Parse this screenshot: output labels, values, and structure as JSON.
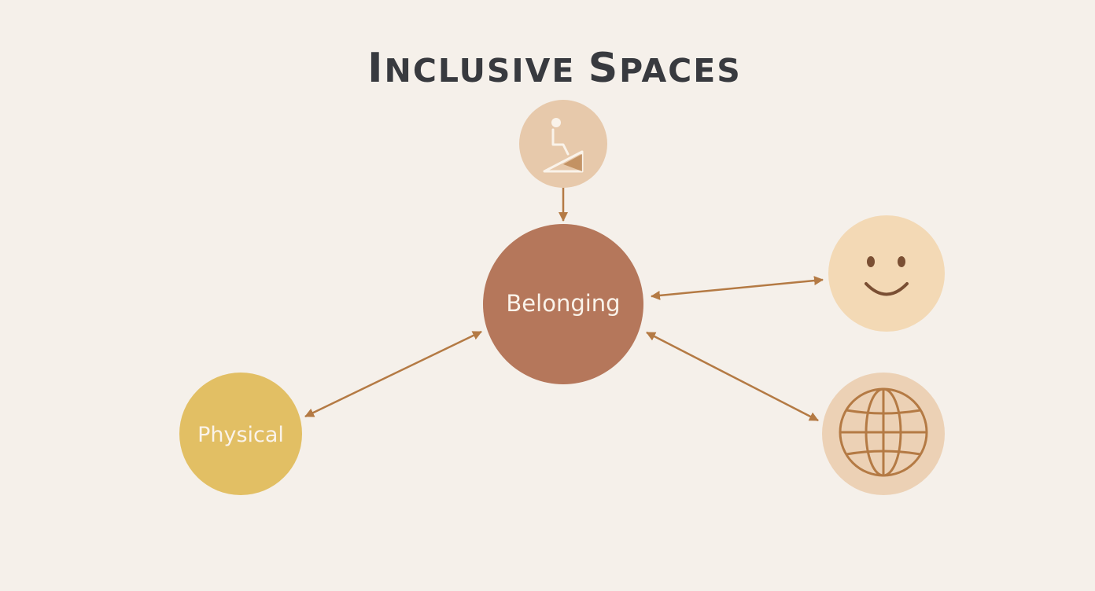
{
  "title": {
    "initial_1": "I",
    "rest_1": "NCLUSIVE",
    "initial_2": "S",
    "rest_2": "PACES",
    "full": "Inclusive Spaces"
  },
  "nodes": {
    "center": {
      "label": "Belonging",
      "color": "#b5775b"
    },
    "top": {
      "icon": "wheelchair-ramp-icon",
      "color": "#e7c9ab"
    },
    "right_top": {
      "icon": "smiley-face-icon",
      "color": "#f3d9b5"
    },
    "right_bottom": {
      "icon": "globe-icon",
      "color": "#ecd1b5"
    },
    "left": {
      "label": "Physical",
      "color": "#e2bf64"
    }
  },
  "colors": {
    "background": "#f5f0ea",
    "arrow": "#b47a44",
    "icon_stroke": "#b47a44",
    "title": "#383a3f"
  },
  "edges": [
    {
      "from": "top",
      "to": "center",
      "direction": "to-center"
    },
    {
      "from": "center",
      "to": "right_top",
      "direction": "both"
    },
    {
      "from": "center",
      "to": "right_bottom",
      "direction": "both"
    },
    {
      "from": "center",
      "to": "left",
      "direction": "both"
    }
  ]
}
